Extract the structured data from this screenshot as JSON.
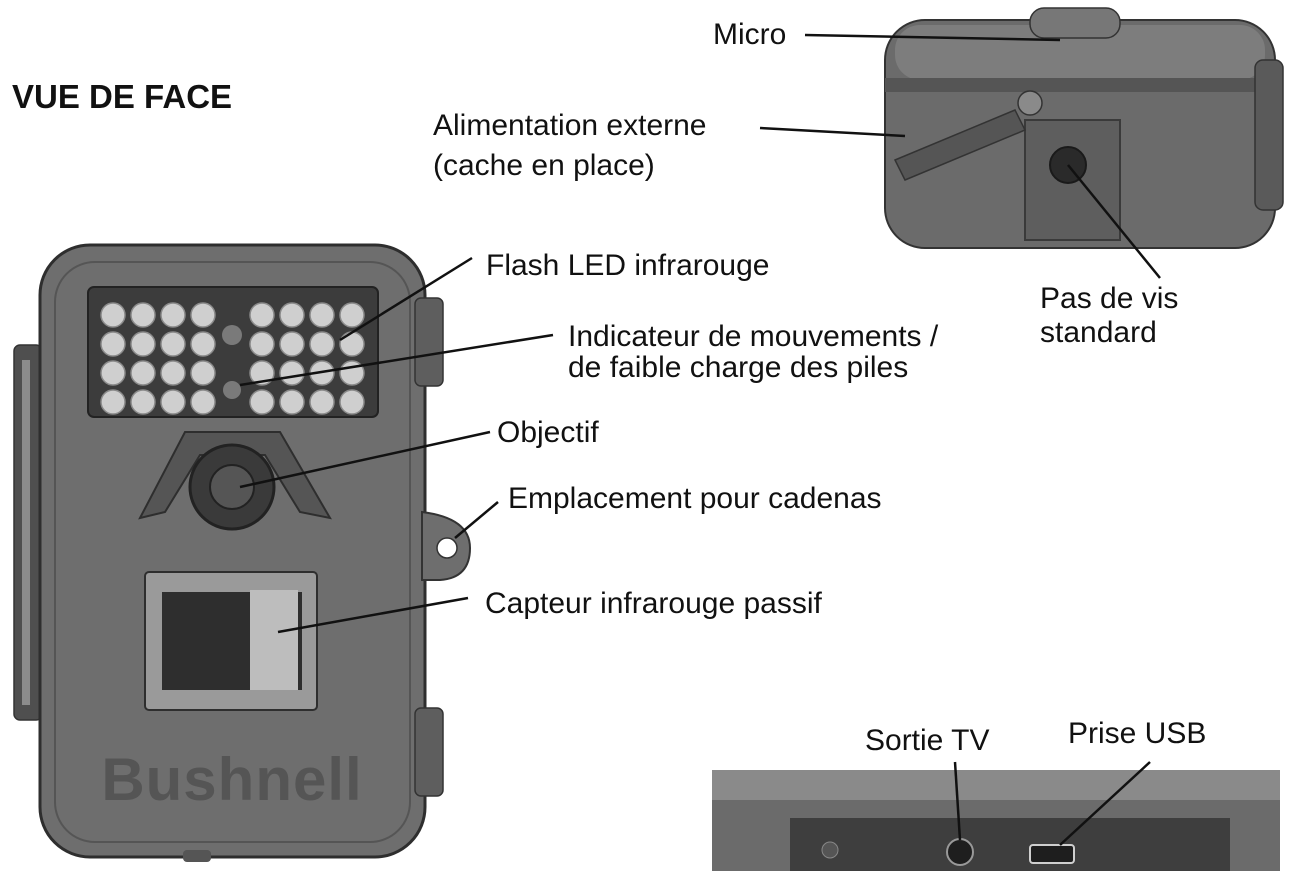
{
  "title": "VUE DE FACE",
  "labels": {
    "micro": "Micro",
    "alimentation_1": "Alimentation externe",
    "alimentation_2": "(cache en place)",
    "flash_led": "Flash LED infrarouge",
    "indicateur_1": "Indicateur de mouvements /",
    "indicateur_2": "de faible charge des piles",
    "objectif": "Objectif",
    "cadenas": "Emplacement pour cadenas",
    "capteur": "Capteur infrarouge passif",
    "pas_de_vis_1": "Pas de vis",
    "pas_de_vis_2": "standard",
    "sortie_tv": "Sortie TV",
    "prise_usb": "Prise USB"
  },
  "brand": "Bushnell",
  "colors": {
    "body": "#6e6e6e",
    "body_dark": "#4a4a4a",
    "panel": "#3c3c3c",
    "led": "#cfcfcf"
  }
}
